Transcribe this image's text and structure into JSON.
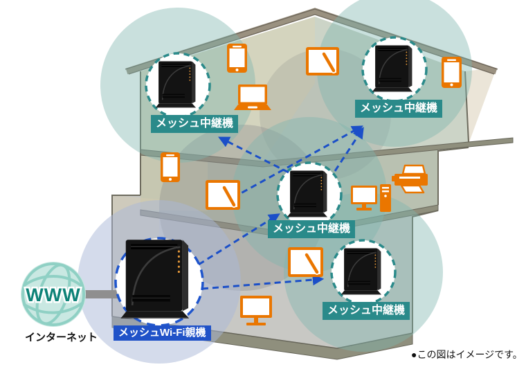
{
  "note": "●この図はイメージです。",
  "internet": {
    "www_label": "WWW",
    "caption": "インターネット"
  },
  "network": {
    "parent": {
      "label": "メッシュWi-Fi親機"
    },
    "repeaters": [
      {
        "id": "top-left",
        "label": "メッシュ中継機"
      },
      {
        "id": "top-right",
        "label": "メッシュ中継機"
      },
      {
        "id": "middle",
        "label": "メッシュ中継機"
      },
      {
        "id": "bottom-right",
        "label": "メッシュ中継機"
      }
    ],
    "links": [
      {
        "from": "parent",
        "to": "middle"
      },
      {
        "from": "parent",
        "to": "bottom-right"
      },
      {
        "from": "parent",
        "to": "top-right"
      },
      {
        "from": "middle",
        "to": "top-left"
      },
      {
        "from": "middle",
        "to": "top-right"
      }
    ]
  },
  "devices": [
    {
      "type": "smartphone",
      "floor": "3F"
    },
    {
      "type": "laptop",
      "floor": "3F"
    },
    {
      "type": "pen-tablet",
      "floor": "3F"
    },
    {
      "type": "smartphone",
      "floor": "3F"
    },
    {
      "type": "smartphone",
      "floor": "2F"
    },
    {
      "type": "pen-tablet",
      "floor": "2F"
    },
    {
      "type": "desktop-pc",
      "floor": "2F"
    },
    {
      "type": "printer",
      "floor": "2F"
    },
    {
      "type": "pen-tablet",
      "floor": "1F"
    },
    {
      "type": "tv",
      "floor": "1F"
    }
  ],
  "colors": {
    "repeater_label_bg": "#2a8a8a",
    "parent_label_bg": "#2052c8",
    "arrow_blue": "#1b4fc8",
    "device_orange": "#ea7600",
    "coverage_teal": "#7fb5ad",
    "coverage_blue": "#a9b8d8",
    "globe_text": "#0d8277"
  }
}
